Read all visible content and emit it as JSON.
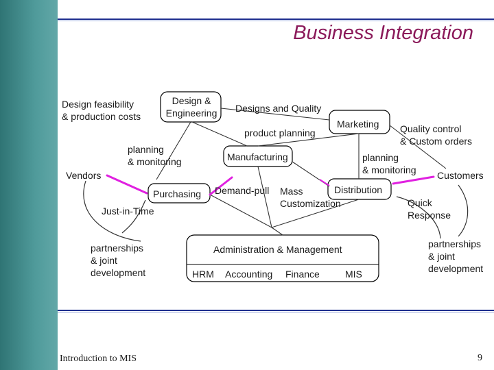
{
  "slide": {
    "title": "Business Integration",
    "footer": "Introduction to MIS",
    "page_number": "9"
  },
  "colors": {
    "title": "#8b1a5a",
    "accent_line": "#e020e0",
    "sidebar": "#3f8a8a",
    "rule": "#1f2f8f"
  },
  "nodes": {
    "design_engineering": [
      "Design &",
      "Engineering"
    ],
    "marketing": "Marketing",
    "manufacturing": "Manufacturing",
    "vendors": "Vendors",
    "purchasing": "Purchasing",
    "distribution": "Distribution",
    "customers": "Customers",
    "administration": "Administration & Management",
    "hrm": "HRM",
    "accounting": "Accounting",
    "finance": "Finance",
    "mis": "MIS"
  },
  "labels": {
    "design_feasibility": [
      "Design feasibility",
      "& production costs"
    ],
    "designs_quality": "Designs and Quality",
    "product_planning": "product planning",
    "quality_control": [
      "Quality control",
      "& Custom orders"
    ],
    "planning_left": [
      "planning",
      "& monitoring"
    ],
    "planning_right": [
      "planning",
      "& monitoring"
    ],
    "demand_pull": "Demand-pull",
    "mass_customization": [
      "Mass",
      "Customization"
    ],
    "jit": "Just-in-Time",
    "quick_response": [
      "Quick",
      "Response"
    ],
    "partnerships_left": [
      "partnerships",
      "& joint",
      "development"
    ],
    "partnerships_right": [
      "partnerships",
      "& joint",
      "development"
    ]
  }
}
